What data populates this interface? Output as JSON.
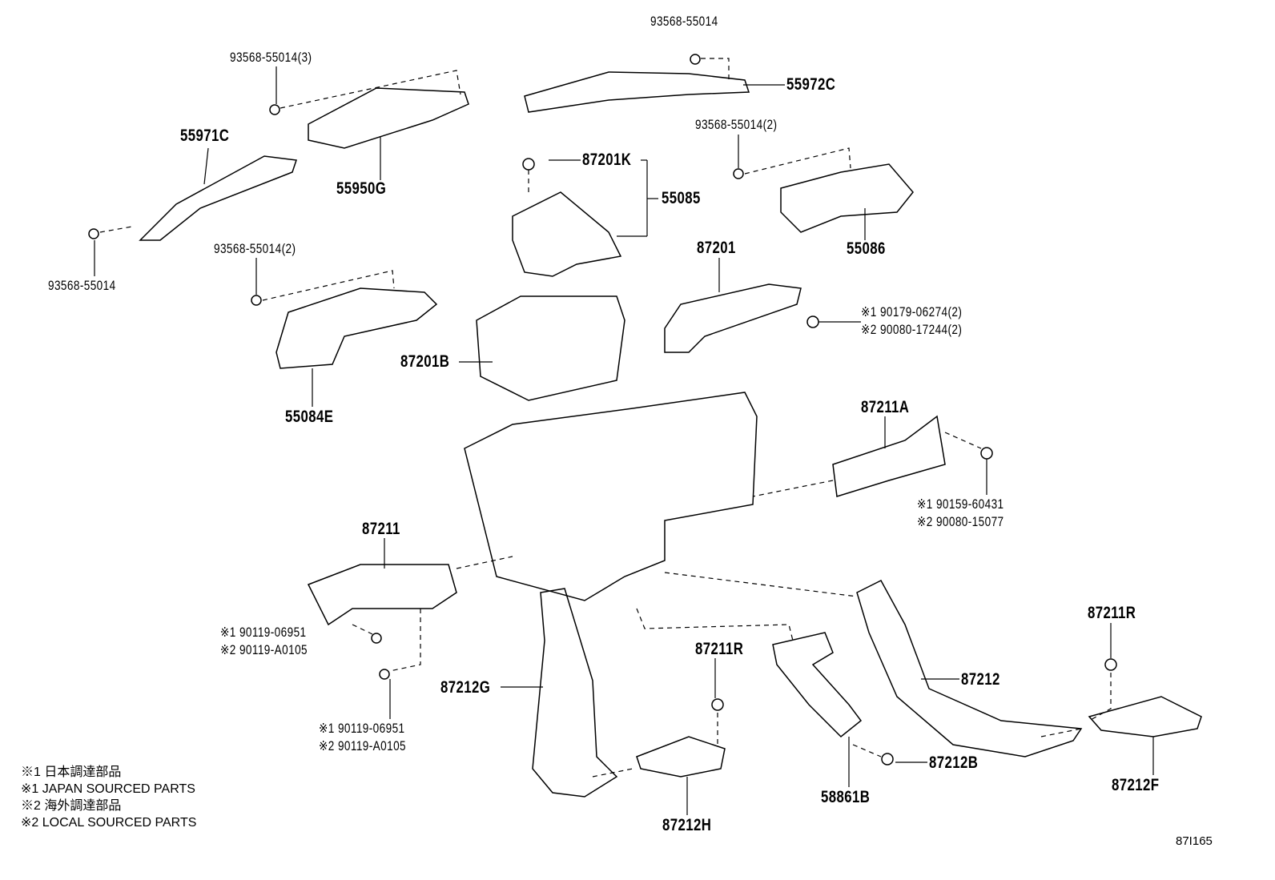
{
  "labels": {
    "bolt_top": "93568-55014",
    "p55972C": "55972C",
    "bolt_3": "93568-55014(3)",
    "p55971C": "55971C",
    "p55950G": "55950G",
    "p87201K": "87201K",
    "p55085": "55085",
    "bolt_2_right": "93568-55014(2)",
    "p55086": "55086",
    "bolt_left": "93568-55014",
    "bolt_2_left": "93568-55014(2)",
    "p87201": "87201",
    "p87201B": "87201B",
    "p55084E": "55084E",
    "p87211A": "87211A",
    "p87211": "87211",
    "p87211R_right": "87211R",
    "p87211R_mid": "87211R",
    "p87212G": "87212G",
    "p87212": "87212",
    "p87212B": "87212B",
    "p58861B": "58861B",
    "p87212F": "87212F",
    "p87212H": "87212H"
  },
  "callouts": {
    "c87201_1": "※1 90179-06274(2)",
    "c87201_2": "※2 90080-17244(2)",
    "c87211A_1": "※1 90159-60431",
    "c87211A_2": "※2 90080-15077",
    "c87211_a1": "※1 90119-06951",
    "c87211_a2": "※2 90119-A0105",
    "c87211_b1": "※1 90119-06951",
    "c87211_b2": "※2 90119-A0105"
  },
  "legend": [
    "※1 日本調達部品",
    "※1 JAPAN SOURCED PARTS",
    "※2 海外調達部品",
    "※2 LOCAL SOURCED PARTS"
  ],
  "figure_id": "87I165"
}
